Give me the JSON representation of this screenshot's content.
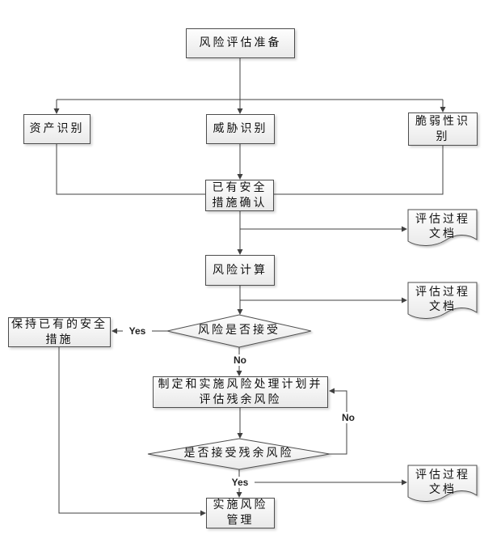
{
  "diagram": {
    "type": "flowchart",
    "language": "zh-CN",
    "background": "#ffffff",
    "colors": {
      "node_border": "#4d4d4d",
      "node_fill_top": "#fefefe",
      "node_fill_bottom": "#e9e9e9",
      "connector_line": "#404040",
      "text": "#111111",
      "edge_label_text": "#222222"
    },
    "nodes": {
      "prep": "风险评估准备",
      "asset": "资产识别",
      "threat": "威胁识别",
      "vuln": "脆弱性识别",
      "confirm": "已有安全措施确认",
      "doc1": "评估过程文档",
      "calc": "风险计算",
      "doc2": "评估过程文档",
      "decision_accept": "风险是否接受",
      "keep": "保持已有的安全措施",
      "plan": "制定和实施风险处理计划并评估残余风险",
      "decision_residual": "是否接受残余风险",
      "doc3": "评估过程文档",
      "impl": "实施风险管理"
    },
    "edge_labels": {
      "accept_yes": "Yes",
      "accept_no": "No",
      "residual_no": "No",
      "residual_yes": "Yes"
    }
  }
}
